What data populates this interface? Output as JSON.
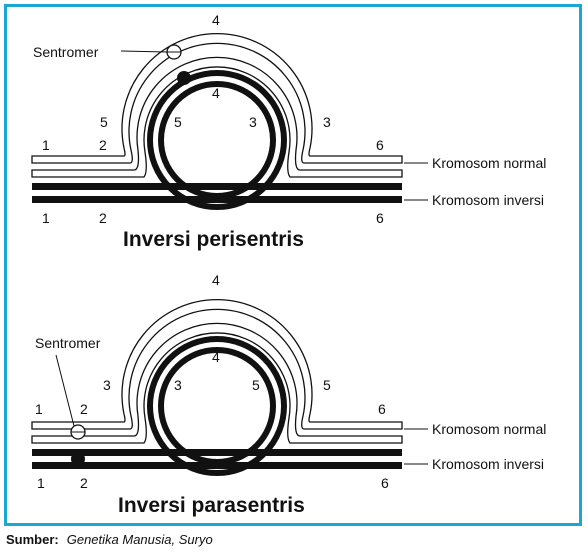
{
  "figure": {
    "frame_color": "#1aa7d6",
    "panels": [
      {
        "title": "Inversi perisentris",
        "centromere_label": "Sentromer",
        "normal_label": "Kromosom normal",
        "inverted_label": "Kromosom inversi",
        "normal_numbers": {
          "left": "1",
          "left_b": "2",
          "loop_left": "5",
          "loop_top": "4",
          "loop_right": "3",
          "right": "6"
        },
        "inner_numbers": {
          "left": "5",
          "top": "4",
          "right": "3"
        },
        "inverted_numbers": {
          "left": "1",
          "left_b": "2",
          "right": "6"
        }
      },
      {
        "title": "Inversi parasentris",
        "centromere_label": "Sentromer",
        "normal_label": "Kromosom normal",
        "inverted_label": "Kromosom inversi",
        "normal_numbers": {
          "left": "1",
          "left_b": "2",
          "loop_left": "3",
          "loop_top": "4",
          "loop_right": "5",
          "right": "6"
        },
        "inner_numbers": {
          "left": "3",
          "top": "4",
          "right": "5"
        },
        "inverted_numbers": {
          "left": "1",
          "left_b": "2",
          "right": "6"
        }
      }
    ]
  },
  "source": {
    "label": "Sumber:",
    "text": "Genetika Manusia, Suryo"
  }
}
